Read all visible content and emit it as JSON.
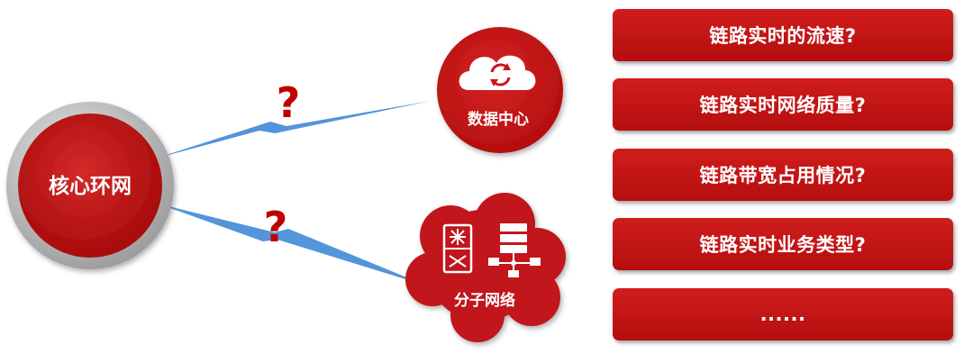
{
  "nodes": {
    "core": {
      "label": "核心环网"
    },
    "datacenter": {
      "label": "数据中心"
    },
    "branch": {
      "label": "分子网络"
    }
  },
  "links": [
    {
      "from": "core",
      "to": "datacenter",
      "mark": "?"
    },
    {
      "from": "core",
      "to": "branch",
      "mark": "?"
    }
  ],
  "questions": [
    {
      "label": "链路实时的流速?"
    },
    {
      "label": "链路实时网络质量?"
    },
    {
      "label": "链路带宽占用情况?"
    },
    {
      "label": "链路实时业务类型?"
    },
    {
      "label": "......"
    }
  ],
  "colors": {
    "primary_red": "#c00000",
    "link_blue": "#4a90d9",
    "ring_gray": "#b0b0b0"
  },
  "icons": {
    "datacenter": "refresh-cloud-icon",
    "branch_left": "switch-device-icon",
    "branch_right": "server-network-icon"
  }
}
